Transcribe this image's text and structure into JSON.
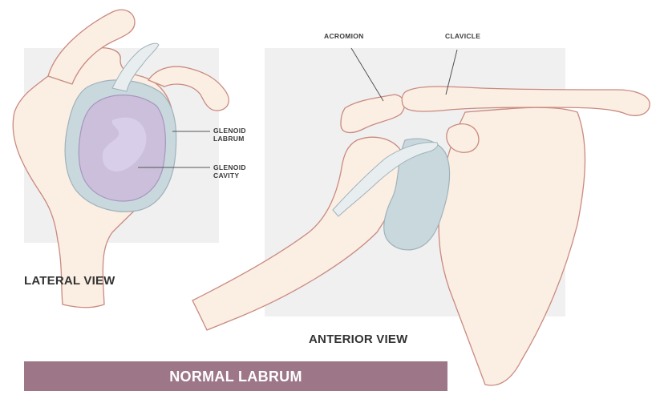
{
  "lateral_view": {
    "caption": "LATERAL VIEW",
    "labels": {
      "glenoid_labrum_line1": "GLENOID",
      "glenoid_labrum_line2": "LABRUM",
      "glenoid_cavity_line1": "GLENOID",
      "glenoid_cavity_line2": "CAVITY"
    }
  },
  "anterior_view": {
    "caption": "ANTERIOR VIEW",
    "labels": {
      "acromion": "ACROMION",
      "clavicle": "CLAVICLE"
    }
  },
  "banner": {
    "title": "NORMAL LABRUM",
    "color": "#9d7788"
  },
  "colors": {
    "bone": "#fbeee3",
    "bone_outline": "#c98a80",
    "labrum": "#c9d8dd",
    "cavity": "#cbbfdc",
    "background_panel": "#f0f0f0"
  }
}
